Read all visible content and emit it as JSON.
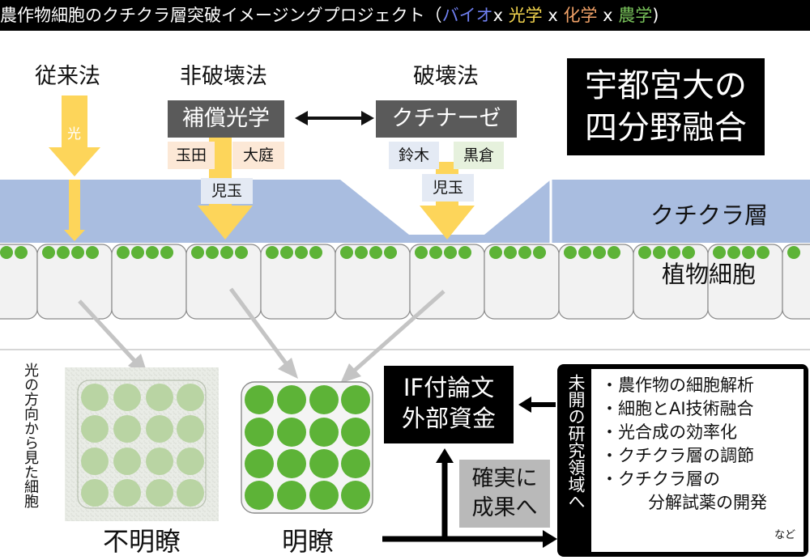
{
  "title": {
    "main": "農作物細胞のクチクラ層突破イメージングプロジェクト（",
    "bio": "バイオ",
    "x1": "x ",
    "optics": "光学",
    "x2": " x ",
    "chemistry": "化学",
    "x3": " x ",
    "agriculture": "農学",
    "close": ")"
  },
  "methods": {
    "conventional": "従来法",
    "non_destructive": "非破壊法",
    "destructive": "破壊法"
  },
  "light_label": "光",
  "compensating_optics": "補償光学",
  "cutinase": "クチナーゼ",
  "members": {
    "tamada": "玉田",
    "oniwa": "大庭",
    "kodama1": "児玉",
    "suzuki": "鈴木",
    "kurokura": "黒倉",
    "kodama2": "児玉"
  },
  "university": {
    "line1": "宇都宮大の",
    "line2": "四分野融合"
  },
  "layers": {
    "cuticle": "クチクラ層",
    "plant_cell": "植物細胞"
  },
  "side_caption": "光の方向から見た細胞",
  "results": {
    "unclear": "不明瞭",
    "clear": "明瞭"
  },
  "funding": {
    "line1": "IF付論文",
    "line2": "外部資金"
  },
  "reliable": {
    "line1": "確実に",
    "line2": "成果へ"
  },
  "unexplored": "未開の研究領域へ",
  "topics": [
    "・農作物の細胞解析",
    "・細胞とAI技術融合",
    "・光合成の効率化",
    "・クチクラ層の調節",
    "・クチクラ層の"
  ],
  "topic_continuation": "分解試薬の開発",
  "nado": "など",
  "colors": {
    "cuticle_blue": "#a9bde0",
    "chloroplast_green": "#5db337",
    "light_yellow": "#fdd55a",
    "arrow_gray": "#c4c4c4"
  },
  "icons": [
    "double-headed-arrow-icon",
    "down-arrow-icon",
    "gray-arrow-icon",
    "black-arrow-icon"
  ]
}
